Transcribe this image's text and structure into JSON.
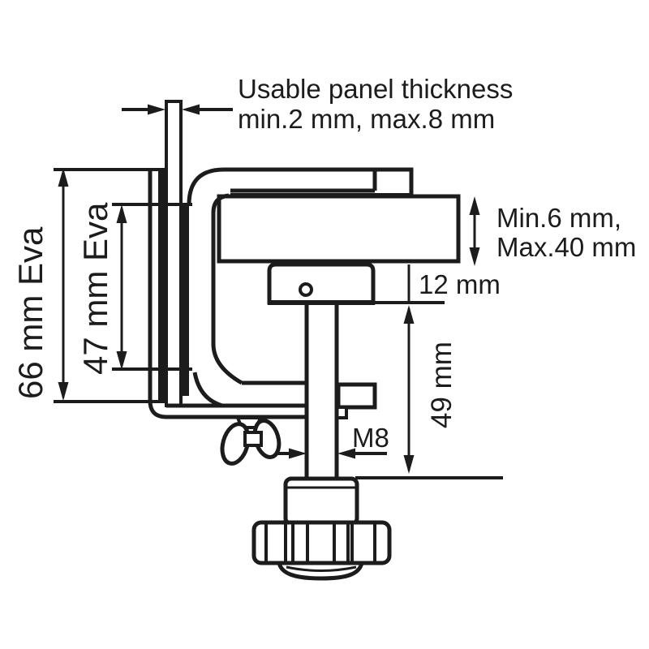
{
  "diagram": {
    "type": "technical-dimension-drawing",
    "subject": "table-edge clamp side view"
  },
  "colors": {
    "line": "#1c1c1c",
    "tabletop_fill": "#888888",
    "panel_fill": "#c9c9c9",
    "background": "#ffffff"
  },
  "annotations": {
    "panel_thickness_line1": "Usable panel thickness",
    "panel_thickness_line2": "min.2 mm, max.8 mm",
    "tabletop_min": "Min.6 mm,",
    "tabletop_max": "Max.40 mm",
    "pad_height": "12 mm",
    "rod_length": "49 mm",
    "thread_size": "M8",
    "overall_height": "66 mm Eva",
    "jaw_depth": "47 mm Eva"
  }
}
